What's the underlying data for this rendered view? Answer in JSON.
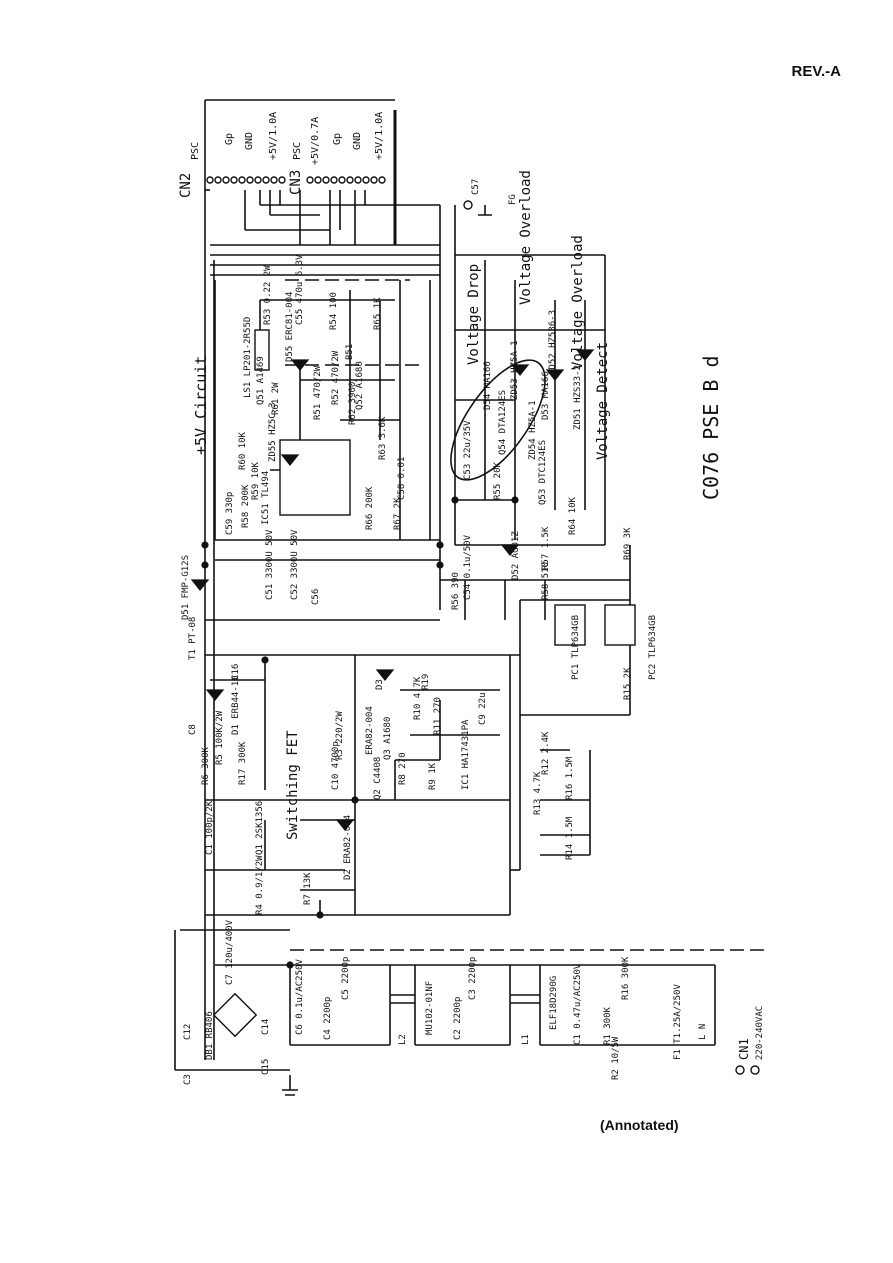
{
  "header": {
    "revision": "REV.-A"
  },
  "footer": {
    "annotation": "(Annotated)"
  },
  "diagram": {
    "title": "C076 PSE B d",
    "sections": {
      "plus5v": "+5V Circuit",
      "voltage_drop": "Voltage Drop",
      "voltage_overload_1": "Voltage Overload",
      "voltage_overload_2": "Voltage Overload",
      "voltage_detect": "Voltage Detect",
      "switching": "Switching FET"
    },
    "connectors": {
      "cn2": {
        "name": "CN2",
        "pins": [
          "PSC",
          "Gp",
          "GND",
          "+5V/1.0A"
        ]
      },
      "cn3": {
        "name": "CN3",
        "pins": [
          "PSC",
          "+5V/0.7A",
          "Gp",
          "GND",
          "+5V/1.0A"
        ]
      },
      "cn1": {
        "name": "CN1",
        "rating": "220-240VAC"
      }
    },
    "components": {
      "t1": "T1 PT-08",
      "d51": "D51 FMP-G12S",
      "c51": "C51 3300U 50V",
      "c52": "C52 3300U 50V",
      "c56": "C56",
      "c54": "C54 0.1u/50V",
      "d52": "D52 AG01Z",
      "r56": "R56 390",
      "r57": "R57 1.5K",
      "r58": "R58 510",
      "r64": "R64 10K",
      "r69": "R69 3K",
      "pc1": "PC1 TLP634GB",
      "pc2": "PC2 TLP634GB",
      "r15": "R15 2K",
      "ic51": "IC51 TL494",
      "c59": "C59 330p",
      "r58b": "R58 200K",
      "r59": "R59 10K",
      "r60": "R60 10K",
      "zd55": "ZD55 HZ5C-3",
      "r61": "R61 2W",
      "q51": "Q51 A1469",
      "r51": "R51 470/2W",
      "r52": "R52 470/2W",
      "ls1": "LS1 LP201-2R55D",
      "d55": "D55 ERC81-004",
      "r53": "R53 0.22 2W",
      "c55": "C55 470u 6.3V",
      "r54": "R54 100",
      "r65": "R65 1K",
      "b51": "B51",
      "q52": "Q52 A1680",
      "r62": "R62 3900",
      "r63": "R63 3.6K",
      "r66": "R66 200K",
      "r67": "R67 2K",
      "c58": "C58 0.01",
      "c53": "C53 22u/35V",
      "r55": "R55 20K",
      "q53": "Q53 DTC124ES",
      "q54": "Q54 DTA124ES",
      "zd54": "ZD54 HZ5A-1",
      "zd53": "ZD53 HZ5A-1",
      "d54": "D54 MA166",
      "d53": "D53 MA166",
      "zd52": "ZD52 HZ536-3",
      "zd51": "ZD51 HZS33-2",
      "c57": "C57",
      "fg": "FG",
      "c16": "C16",
      "c8": "C8",
      "d1": "D1 ERB44-10",
      "r5": "R5 100K/2W",
      "r6": "R6 300K",
      "r17": "R17 300K",
      "c1": "C1 100p/2K",
      "q1": "Q1 2SK1356",
      "d2": "D2 ERA82-004",
      "r3": "R3 220/2W",
      "d3": "D3",
      "c10": "C10 4700p",
      "q3": "Q3 A1680",
      "q2": "Q2 C4408",
      "r8": "R8 270",
      "r9": "R9 1K",
      "r10": "R10 4.7K",
      "r11": "R11 270",
      "r19": "R19",
      "c9": "C9 22u",
      "ic1": "IC1 HA17431PA",
      "era": "ERA82-004",
      "r12": "R12 2.4K",
      "r13": "R13 4.7K",
      "r16": "R16 1.5M",
      "r14": "R14 1.5M",
      "r4": "R4 0.9/1/2W",
      "r7": "R7 13K",
      "c7": "C7 120u/400V",
      "db1": "DB1 RB406",
      "c12": "C12",
      "c3a": "C3",
      "c14": "C14",
      "c15": "C15",
      "c6": "C6 0.1u/AC250V",
      "c4": "C4 2200p",
      "c5": "C5 2200p",
      "l2": "L2",
      "mu": "MU102-01NF",
      "c2": "C2 2200p",
      "c3": "C3 2200p",
      "l1": "L1",
      "elf": "ELF18D290G",
      "c1b": "C1 0.47u/AC250V",
      "r1": "R1 300K",
      "r16b": "R16 300K",
      "r2": "R2 10/5W",
      "f1": "F1 T1.25A/250V",
      "ln": "L N"
    }
  }
}
